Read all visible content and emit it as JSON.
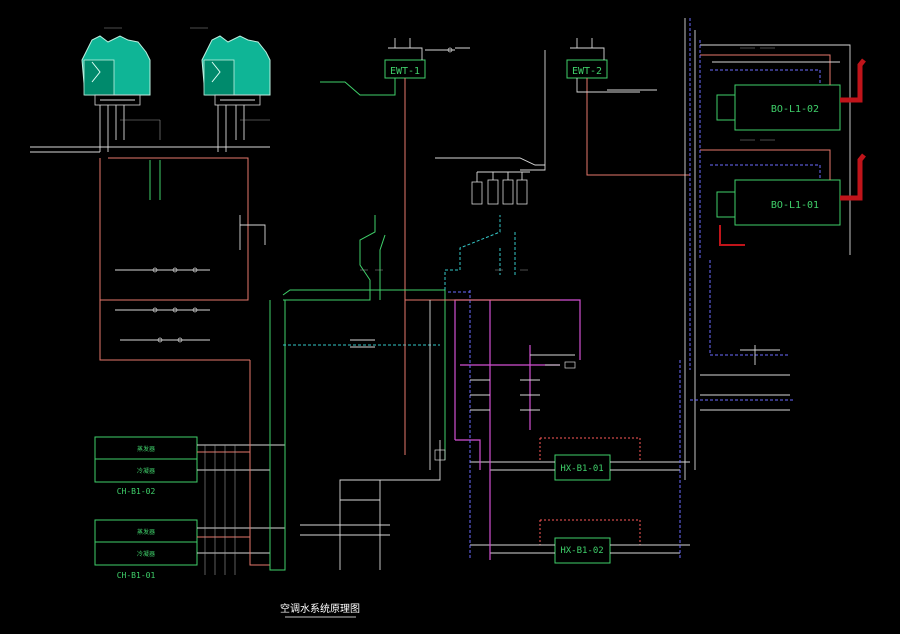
{
  "drawing_title": "空调水系统原理图",
  "colors": {
    "background": "#000000",
    "equipment_text": "#3fd06a",
    "chilled_supply": "#e6776b",
    "cooling_water": "#3fd06a",
    "chilled_return": "#6b6bff",
    "heating": "#d24fd2",
    "cooling_tower": "#19c0a0"
  },
  "equipment": {
    "ewt1": "EWT-1",
    "ewt2": "EWT-2",
    "bo_l1_02": "BO-L1-02",
    "bo_l1_01": "BO-L1-01",
    "hx_b1_01": "HX-B1-01",
    "hx_b1_02": "HX-B1-02",
    "ch_b1_02": "CH-B1-02",
    "ch_b1_01": "CH-B1-01",
    "evaporator": "蒸发器",
    "condenser": "冷凝器"
  }
}
